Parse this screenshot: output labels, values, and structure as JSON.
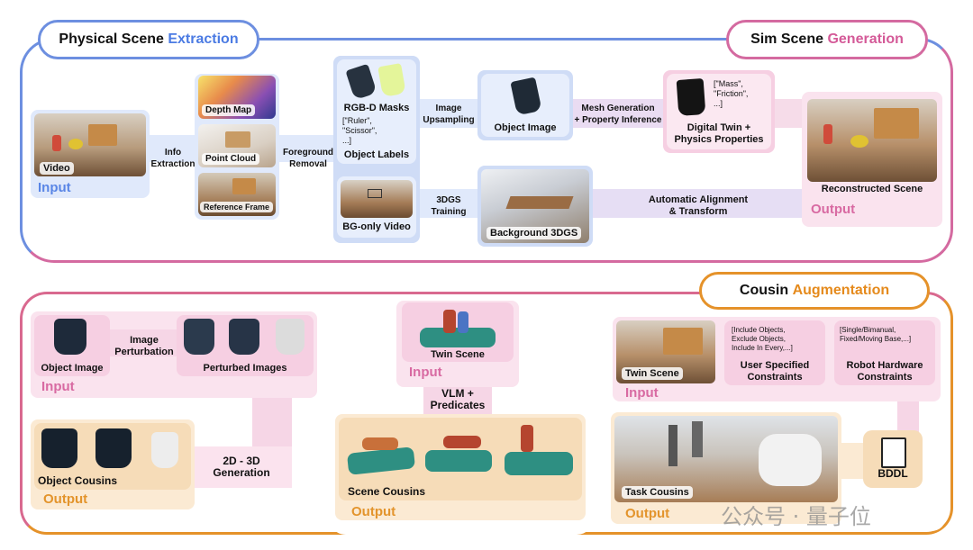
{
  "top": {
    "left_title": {
      "part1": "Physical Scene ",
      "part2": "Extraction"
    },
    "right_title": {
      "part1": "Sim Scene ",
      "part2": "Generation"
    },
    "video_label": "Video",
    "input_label": "Input",
    "info_extraction": "Info\nExtraction",
    "depth_map": "Depth Map",
    "point_cloud": "Point Cloud",
    "reference_frame": "Reference Frame",
    "foreground_removal": "Foreground\nRemoval",
    "rgbd_masks": "RGB-D Masks",
    "object_labels_list": "[\"Ruler\",\n\"Scissor\",\n...]",
    "object_labels": "Object Labels",
    "bg_only_video": "BG-only Video",
    "image_upsampling": "Image\nUpsampling",
    "threedgs_training": "3DGS\nTraining",
    "object_image": "Object Image",
    "background_3dgs": "Background 3DGS",
    "mesh_generation": "Mesh Generation\n+ Property Inference",
    "props_list": "[\"Mass\",\n\"Friction\",\n...]",
    "digital_twin": "Digital Twin +\nPhysics Properties",
    "auto_alignment": "Automatic Alignment\n& Transform",
    "reconstructed_scene": "Reconstructed Scene",
    "output_label": "Output"
  },
  "bottom": {
    "title": {
      "part1": "Cousin ",
      "part2": "Augmentation"
    },
    "left": {
      "object_image": "Object Image",
      "image_perturbation": "Image\nPerturbation",
      "perturbed_images": "Perturbed Images",
      "input_label": "Input",
      "object_cousins": "Object Cousins",
      "output_label": "Output",
      "generation": "2D - 3D\nGeneration"
    },
    "middle": {
      "twin_scene": "Twin Scene",
      "input_label": "Input",
      "vlm": "VLM +\nPredicates",
      "scene_cousins": "Scene Cousins",
      "output_label": "Output"
    },
    "right": {
      "twin_scene": "Twin Scene",
      "constraints_list": "[Include Objects,\nExclude Objects,\nInclude In Every,...]",
      "user_constraints": "User Specified\nConstraints",
      "hardware_list": "[Single/Bimanual,\nFixed/Moving Base,...]",
      "hardware_constraints": "Robot Hardware\nConstraints",
      "input_label": "Input",
      "task_cousins": "Task Cousins",
      "output_label": "Output",
      "bddl": "BDDL",
      "watermark": "公众号 · 量子位"
    }
  },
  "colors": {
    "blue": "#4b7be3",
    "pink": "#d45a98",
    "orange": "#e58a1c"
  }
}
